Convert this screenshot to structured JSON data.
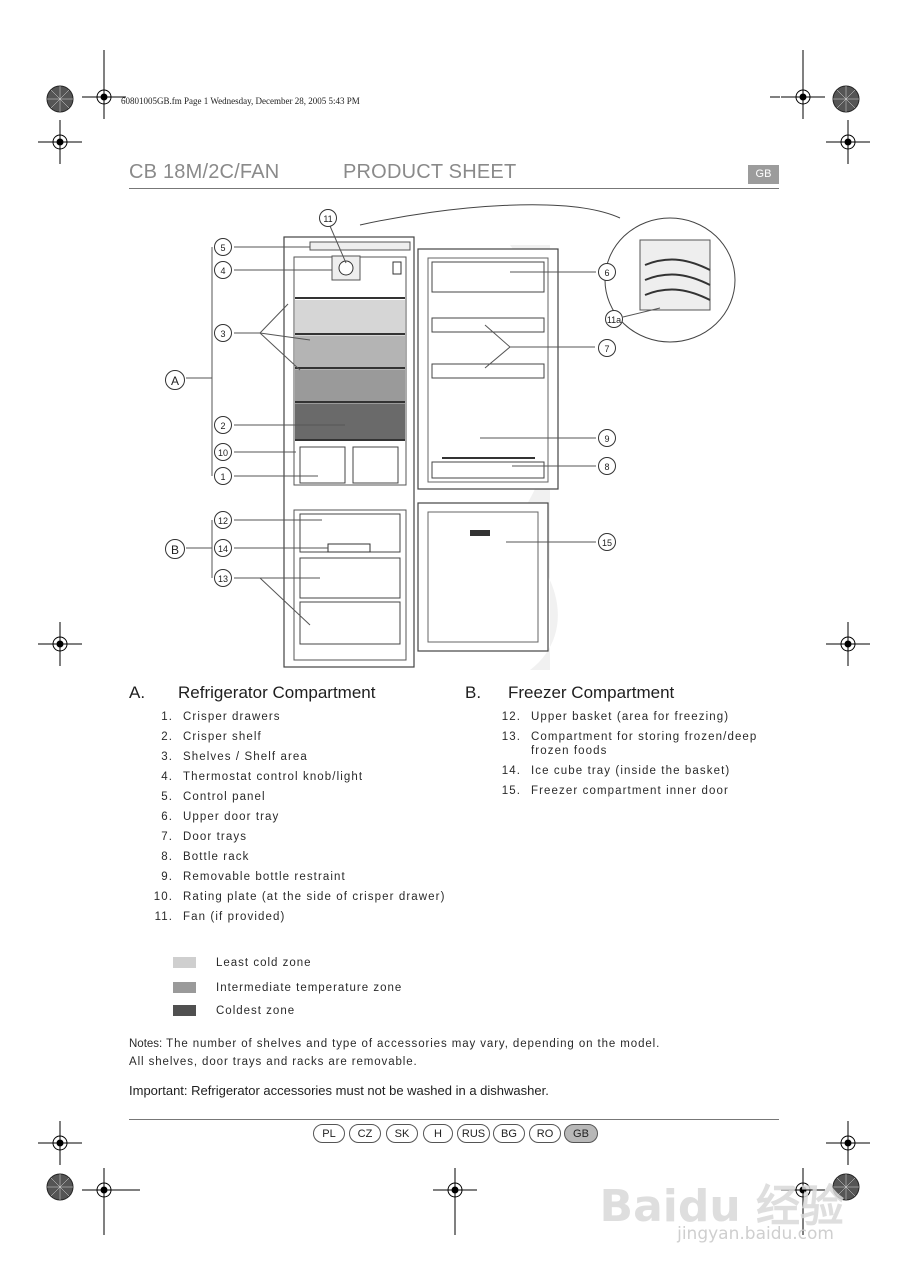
{
  "header": {
    "file_info": "60801005GB.fm  Page 1  Wednesday, December 28, 2005  5:43 PM"
  },
  "title": {
    "model": "CB 18M/2C/FAN",
    "sheet": "PRODUCT SHEET",
    "lang_badge": "GB"
  },
  "diagram": {
    "callouts": [
      "1",
      "2",
      "3",
      "4",
      "5",
      "6",
      "7",
      "8",
      "9",
      "10",
      "11",
      "11a",
      "12",
      "13",
      "14",
      "15"
    ],
    "group_a": "A",
    "group_b": "B"
  },
  "section_a": {
    "letter": "A.",
    "title": "Refrigerator Compartment",
    "items": [
      {
        "num": "1.",
        "text": "Crisper drawers"
      },
      {
        "num": "2.",
        "text": "Crisper shelf"
      },
      {
        "num": "3.",
        "text": "Shelves / Shelf area"
      },
      {
        "num": "4.",
        "text": "Thermostat control knob/light"
      },
      {
        "num": "5.",
        "text": "Control panel"
      },
      {
        "num": "6.",
        "text": "Upper door tray"
      },
      {
        "num": "7.",
        "text": "Door trays"
      },
      {
        "num": "8.",
        "text": "Bottle rack"
      },
      {
        "num": "9.",
        "text": "Removable bottle restraint"
      },
      {
        "num": "10.",
        "text": "Rating plate (at the side of crisper drawer)"
      },
      {
        "num": "11.",
        "text": "Fan (if provided)"
      }
    ]
  },
  "section_b": {
    "letter": "B.",
    "title": "Freezer Compartment",
    "items": [
      {
        "num": "12.",
        "text": "Upper basket (area for freezing)"
      },
      {
        "num": "13.",
        "text": "Compartment for storing frozen/deep frozen foods"
      },
      {
        "num": "14.",
        "text": "Ice cube tray (inside the basket)"
      },
      {
        "num": "15.",
        "text": "Freezer compartment inner door"
      }
    ]
  },
  "legend": [
    {
      "label": "Least cold zone",
      "color": "#cfcfcf"
    },
    {
      "label": "Intermediate temperature zone",
      "color": "#9a9a9a"
    },
    {
      "label": "Coldest zone",
      "color": "#505050"
    }
  ],
  "notes": {
    "prefix": "Notes:",
    "line1": "The number of shelves and type of accessories may vary, depending on the model.",
    "line2": "All shelves, door trays and racks are removable."
  },
  "important": "Important: Refrigerator accessories must not be washed in a dishwasher.",
  "languages": [
    "PL",
    "CZ",
    "SK",
    "H",
    "RUS",
    "BG",
    "RO",
    "GB"
  ],
  "active_language": "GB",
  "watermark": {
    "main": "Baidu 经验",
    "sub": "jingyan.baidu.com"
  }
}
